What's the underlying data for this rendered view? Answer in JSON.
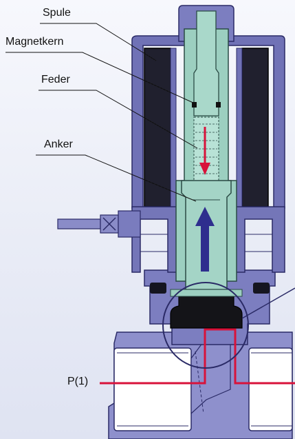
{
  "labels": {
    "coil": "Spule",
    "core": "Magnetkern",
    "spring": "Feder",
    "armature": "Anker",
    "port": "P(1)"
  },
  "colors": {
    "housing": "#6e70b4",
    "housing_light": "#8b8dcb",
    "core": "#9ccfc0",
    "coil": "#1c1c2e",
    "flow": "#d8123a",
    "arrow_up": "#2e2e8e",
    "seal": "#111111"
  }
}
